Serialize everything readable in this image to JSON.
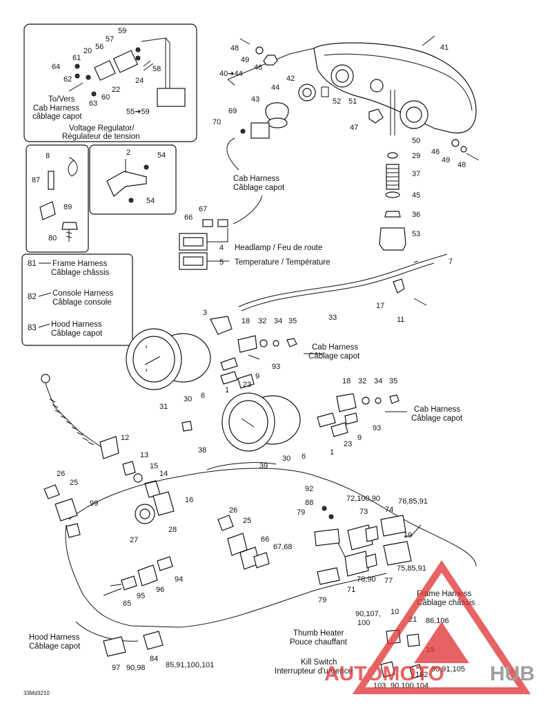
{
  "diagram_code": "33Md3210",
  "watermark": {
    "part1": "AUTOMOTO",
    "part2": "HUB"
  },
  "colors": {
    "watermark_red": "#e03030",
    "watermark_gray": "#808080"
  },
  "boxes": {
    "voltage_regulator": {
      "title_line1": "Voltage Regulator/",
      "title_line2": "Régulateur de tension",
      "cab_line1": "To/Vers",
      "cab_line2": "Cab Harness",
      "cab_line3": "câblage capot",
      "labels": [
        "59",
        "57",
        "56",
        "20",
        "61",
        "64",
        "62",
        "58",
        "24",
        "60",
        "22",
        "63",
        "55➔59"
      ]
    },
    "small_parts": {
      "labels": [
        "8",
        "87",
        "89",
        "80"
      ]
    },
    "bracket": {
      "labels": [
        "2",
        "54",
        "54"
      ]
    },
    "legend": [
      {
        "num": "81",
        "en": "Frame Harness",
        "fr": "Câblage châssis"
      },
      {
        "num": "82",
        "en": "Console Harness",
        "fr": "Câblage console"
      },
      {
        "num": "83",
        "en": "Hood Harness",
        "fr": "Câblage capot"
      }
    ]
  },
  "annotations": {
    "cab1": {
      "en": "Cab Harness",
      "fr": "Câblage capot"
    },
    "cab2": {
      "en": "Cab Harness",
      "fr": "Câblage capot"
    },
    "cab3": {
      "en": "Cab Harness",
      "fr": "Câblage capot"
    },
    "headlamp": "Headlamp / Feu de route",
    "temperature": "Temperature / Température",
    "frame_harness": {
      "en": "Frame Harness",
      "fr": "Câblage châssis"
    },
    "hood_harness": {
      "en": "Hood Harness",
      "fr": "Câblage capot"
    },
    "thumb_heater": {
      "en": "Thumb Heater",
      "fr": "Pouce chauffant"
    },
    "kill_switch": {
      "en": "Kill Switch",
      "fr": "Interrupteur d'urgence"
    }
  },
  "callouts": {
    "c41": "41",
    "c48a": "48",
    "c49a": "49",
    "c46a": "46",
    "c40": "40➔44",
    "c42": "42",
    "c44": "44",
    "c43": "43",
    "c52": "52",
    "c51": "51",
    "c69": "69",
    "c70": "70",
    "c47": "47",
    "c50": "50",
    "c29": "29",
    "c46b": "46",
    "c49b": "49",
    "c48b": "48",
    "c37": "37",
    "c45": "45",
    "c36": "36",
    "c53": "53",
    "c67": "67",
    "c66": "66",
    "c4": "4",
    "c5": "5",
    "c7": "7",
    "c17": "17",
    "c11": "11",
    "c33": "33",
    "c3": "3",
    "c18a": "18",
    "c32a": "32",
    "c34a": "34",
    "c35a": "35",
    "c93a": "93",
    "c9a": "9",
    "c23a": "23",
    "c1a": "1",
    "c31": "31",
    "c30a": "30",
    "c6a": "6",
    "c18b": "18",
    "c32b": "32",
    "c34b": "34",
    "c35b": "35",
    "c93b": "93",
    "c9b": "9",
    "c23b": "23",
    "c1b": "1",
    "c39": "39",
    "c30b": "30",
    "c6b": "6",
    "c12": "12",
    "c38": "38",
    "c13": "13",
    "c15": "15",
    "c14": "14",
    "c16": "16",
    "c26a": "26",
    "c25a": "25",
    "c99": "99",
    "c27": "27",
    "c28": "28",
    "c26b": "26",
    "c25b": "25",
    "c66b": "66",
    "c6768": "67,68",
    "c92": "92",
    "c88": "88",
    "c79a": "79",
    "c7210090": "72,100,90",
    "c73": "73",
    "c74": "74",
    "c768591": "76,85,91",
    "c19a": "19",
    "c758591": "75,85,91",
    "c77": "77",
    "c7890": "78,90",
    "c71": "71",
    "c79b": "79",
    "c94": "94",
    "c96": "96",
    "c95": "95",
    "c65": "65",
    "c90107": "90,107,",
    "c100": "100",
    "c10": "10",
    "c21": "21",
    "c86106": "86,106",
    "c19b": "19",
    "c97": "97",
    "c9098": "90,98",
    "c84": "84",
    "c8591100101": "85,91,100,101",
    "c103": "103",
    "c102": "102",
    "c9091105": "90,91,105",
    "c90100104": "90,100,104"
  }
}
